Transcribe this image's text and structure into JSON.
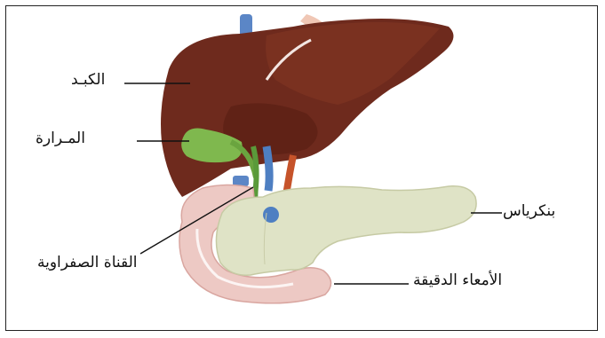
{
  "labels": {
    "liver": "الكبـد",
    "gallbladder": "المـرارة",
    "bile_duct": "القناة الصفراوية",
    "pancreas": "بنكرياس",
    "small_intestine": "الأمعاء الدقيقة"
  }
}
